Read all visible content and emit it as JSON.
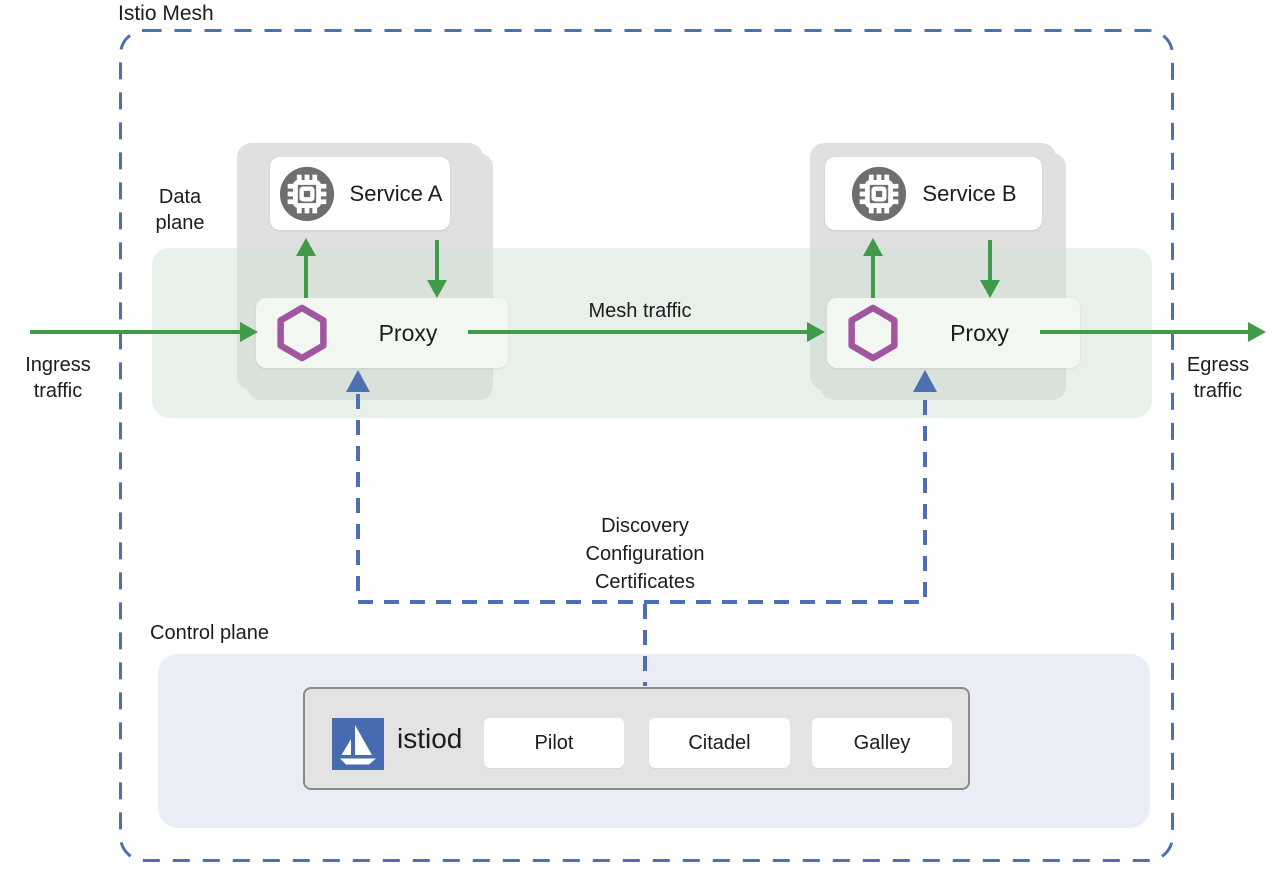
{
  "title": "Istio Mesh",
  "colors": {
    "mesh_border_blue": "#4d6fb4",
    "traffic_green": "#3f9b49",
    "proxy_hexagon_purple": "#a1569f",
    "istio_logo_blue": "#466bb0",
    "service_icon_gray": "#6e6e6e",
    "data_plane_band_green": "#e8f2e9",
    "control_plane_bg": "#eaedf6"
  },
  "data_plane": {
    "label": "Data\nplane",
    "ingress_label": "Ingress\ntraffic",
    "egress_label": "Egress\ntraffic",
    "mesh_traffic_label": "Mesh traffic",
    "services": [
      {
        "name": "Service A",
        "proxy_label": "Proxy"
      },
      {
        "name": "Service B",
        "proxy_label": "Proxy"
      }
    ]
  },
  "control_plane": {
    "label": "Control plane",
    "config_label": "Discovery\nConfiguration\nCertificates",
    "istiod": {
      "label": "istiod",
      "components": [
        "Pilot",
        "Citadel",
        "Galley"
      ]
    }
  }
}
